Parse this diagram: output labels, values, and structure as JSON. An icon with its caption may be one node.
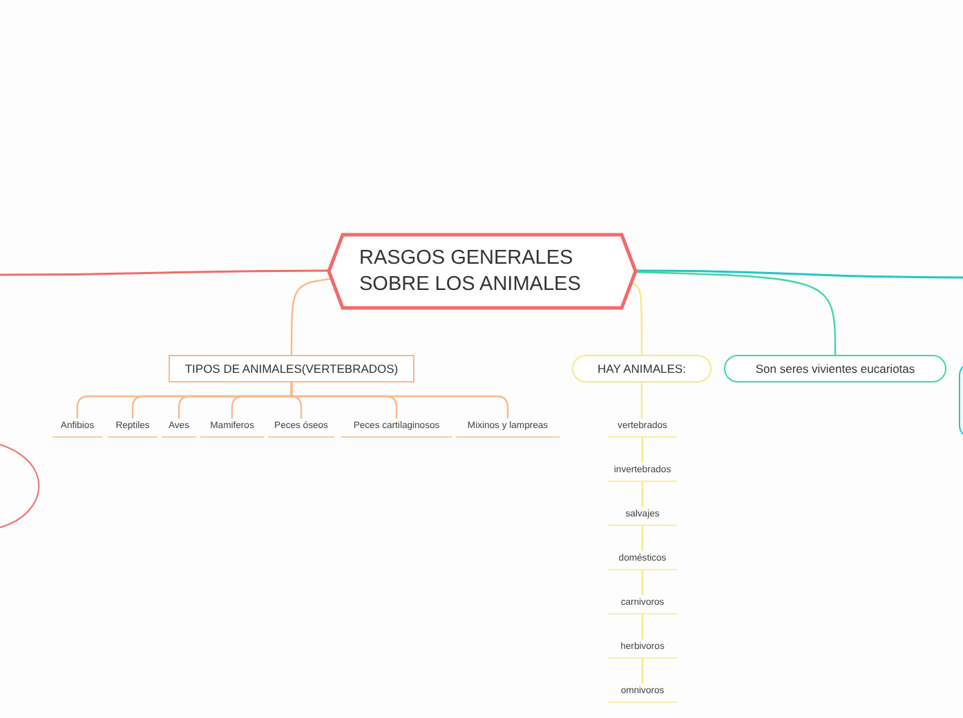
{
  "diagram": {
    "nodes": [
      {
        "text": [
          "RASGOS GENERALES SOBRE LOS ANIMALES"
        ]
      },
      {
        "text": [
          "TIPOS DE ANIMALES(VERTEBRADOS)"
        ]
      },
      {
        "text": [
          "Anfibios"
        ]
      },
      {
        "text": [
          "Reptiles"
        ]
      },
      {
        "text": [
          "Aves"
        ]
      },
      {
        "text": [
          "Mamiferos"
        ]
      },
      {
        "text": [
          "Peces óseos"
        ]
      },
      {
        "text": [
          "Peces cartilaginosos"
        ]
      },
      {
        "text": [
          "Mixinos y lampreas"
        ]
      },
      {
        "text": [
          "HAY ANIMALES:"
        ]
      },
      {
        "text": [
          "vertebrados"
        ]
      },
      {
        "text": [
          "invertebrados"
        ]
      },
      {
        "text": [
          "salvajes"
        ]
      },
      {
        "text": [
          "domésticos"
        ]
      },
      {
        "text": [
          "carnivoros"
        ]
      },
      {
        "text": [
          "herbivoros"
        ]
      },
      {
        "text": [
          "omnivoros"
        ]
      },
      {
        "text": [
          "Son seres vivientes eucariotas"
        ]
      },
      {
        "text": [],
        "shape": "box"
      }
    ],
    "edges": [
      {
        "from": 0,
        "to": null,
        "arrow": "none",
        "color": "#f26b6b"
      },
      {
        "from": 0,
        "to": null,
        "arrow": "none",
        "color": "#1fc8c8"
      },
      {
        "from": 0,
        "to": 1,
        "arrow": "none",
        "color": "#f9b98c"
      },
      {
        "from": 1,
        "to": 2,
        "arrow": "none",
        "color": "#f9b98c"
      },
      {
        "from": 1,
        "to": 3,
        "arrow": "none",
        "color": "#f9b98c"
      },
      {
        "from": 1,
        "to": 4,
        "arrow": "none",
        "color": "#f9b98c"
      },
      {
        "from": 1,
        "to": 5,
        "arrow": "none",
        "color": "#f9b98c"
      },
      {
        "from": 1,
        "to": 6,
        "arrow": "none",
        "color": "#f9b98c"
      },
      {
        "from": 1,
        "to": 7,
        "arrow": "none",
        "color": "#f9b98c"
      },
      {
        "from": 1,
        "to": 8,
        "arrow": "none",
        "color": "#f9b98c"
      },
      {
        "from": 0,
        "to": 9,
        "arrow": "none",
        "color": "#f6e88a"
      },
      {
        "from": 9,
        "to": 10,
        "arrow": "none",
        "color": "#f6e88a"
      },
      {
        "from": 10,
        "to": 11,
        "arrow": "none",
        "color": "#f6e88a"
      },
      {
        "from": 11,
        "to": 12,
        "arrow": "none",
        "color": "#f6e88a"
      },
      {
        "from": 12,
        "to": 13,
        "arrow": "none",
        "color": "#f6e88a"
      },
      {
        "from": 13,
        "to": 14,
        "arrow": "none",
        "color": "#f6e88a"
      },
      {
        "from": 14,
        "to": 15,
        "arrow": "none",
        "color": "#f6e88a"
      },
      {
        "from": 15,
        "to": 16,
        "arrow": "none",
        "color": "#f6e88a"
      },
      {
        "from": 0,
        "to": 17,
        "arrow": "none",
        "color": "#40d6a8"
      }
    ]
  }
}
